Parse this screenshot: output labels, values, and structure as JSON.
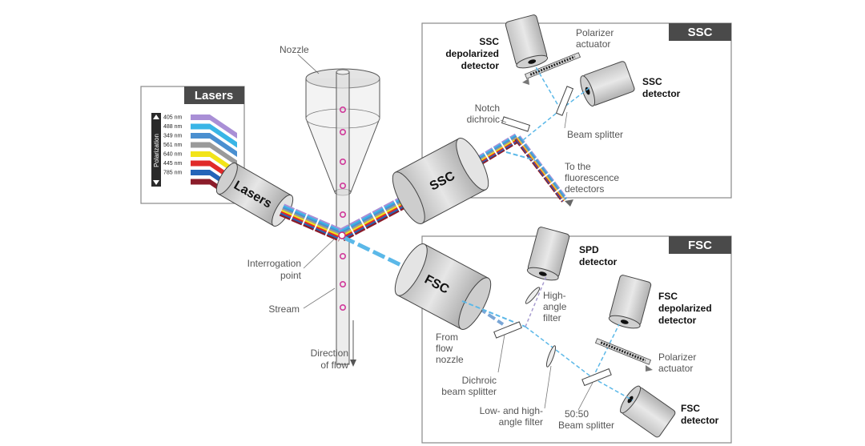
{
  "lasers_box": {
    "title": "Lasers",
    "axis_label": "Polarization",
    "wavelengths": [
      {
        "label": "405 nm",
        "color": "#a98fd6"
      },
      {
        "label": "488 nm",
        "color": "#39b5e6"
      },
      {
        "label": "349 nm",
        "color": "#4a8fd0"
      },
      {
        "label": "561 nm",
        "color": "#9a9a9a"
      },
      {
        "label": "640 nm",
        "color": "#f2e419"
      },
      {
        "label": "445 nm",
        "color": "#e02a2a"
      },
      {
        "label": "785 nm",
        "color": "#2464b8"
      },
      {
        "label": "",
        "color": "#8b1c2a"
      }
    ]
  },
  "laser_source": {
    "label": "Lasers"
  },
  "nozzle": {
    "label": "Nozzle"
  },
  "interrogation": {
    "line1": "Interrogation",
    "line2": "point"
  },
  "stream": {
    "label": "Stream"
  },
  "flow": {
    "line1": "Direction",
    "line2": "of flow"
  },
  "ssc_lens": {
    "label": "SSC"
  },
  "fsc_lens": {
    "label": "FSC"
  },
  "ssc_panel": {
    "tab": "SSC",
    "depol_detector": {
      "line1": "SSC",
      "line2": "depolarized",
      "line3": "detector"
    },
    "polarizer": {
      "line1": "Polarizer",
      "line2": "actuator"
    },
    "detector": {
      "line1": "SSC",
      "line2": "detector"
    },
    "notch": {
      "line1": "Notch",
      "line2": "dichroic"
    },
    "beam_splitter": {
      "label": "Beam splitter"
    },
    "fluor": {
      "line1": "To the",
      "line2": "fluorescence",
      "line3": "detectors"
    }
  },
  "fsc_panel": {
    "tab": "FSC",
    "spd": {
      "line1": "SPD",
      "line2": "detector"
    },
    "high_angle": {
      "line1": "High-",
      "line2": "angle",
      "line3": "filter"
    },
    "depol_detector": {
      "line1": "FSC",
      "line2": "depolarized",
      "line3": "detector"
    },
    "from_flow": {
      "line1": "From",
      "line2": "flow",
      "line3": "nozzle"
    },
    "polarizer": {
      "line1": "Polarizer",
      "line2": "actuator"
    },
    "dichroic": {
      "line1": "Dichroic",
      "line2": "beam splitter"
    },
    "low_high": {
      "line1": "Low- and high-",
      "line2": "angle filter"
    },
    "fifty": {
      "line1": "50:50",
      "line2": "Beam splitter"
    },
    "detector": {
      "line1": "FSC",
      "line2": "detector"
    }
  },
  "colors": {
    "tab_bg": "#4a4a4a",
    "panel_border": "#888888",
    "cylinder": "#d4d4d4",
    "beam_blue": "#5bb8e8",
    "drop": "#d0399a"
  }
}
